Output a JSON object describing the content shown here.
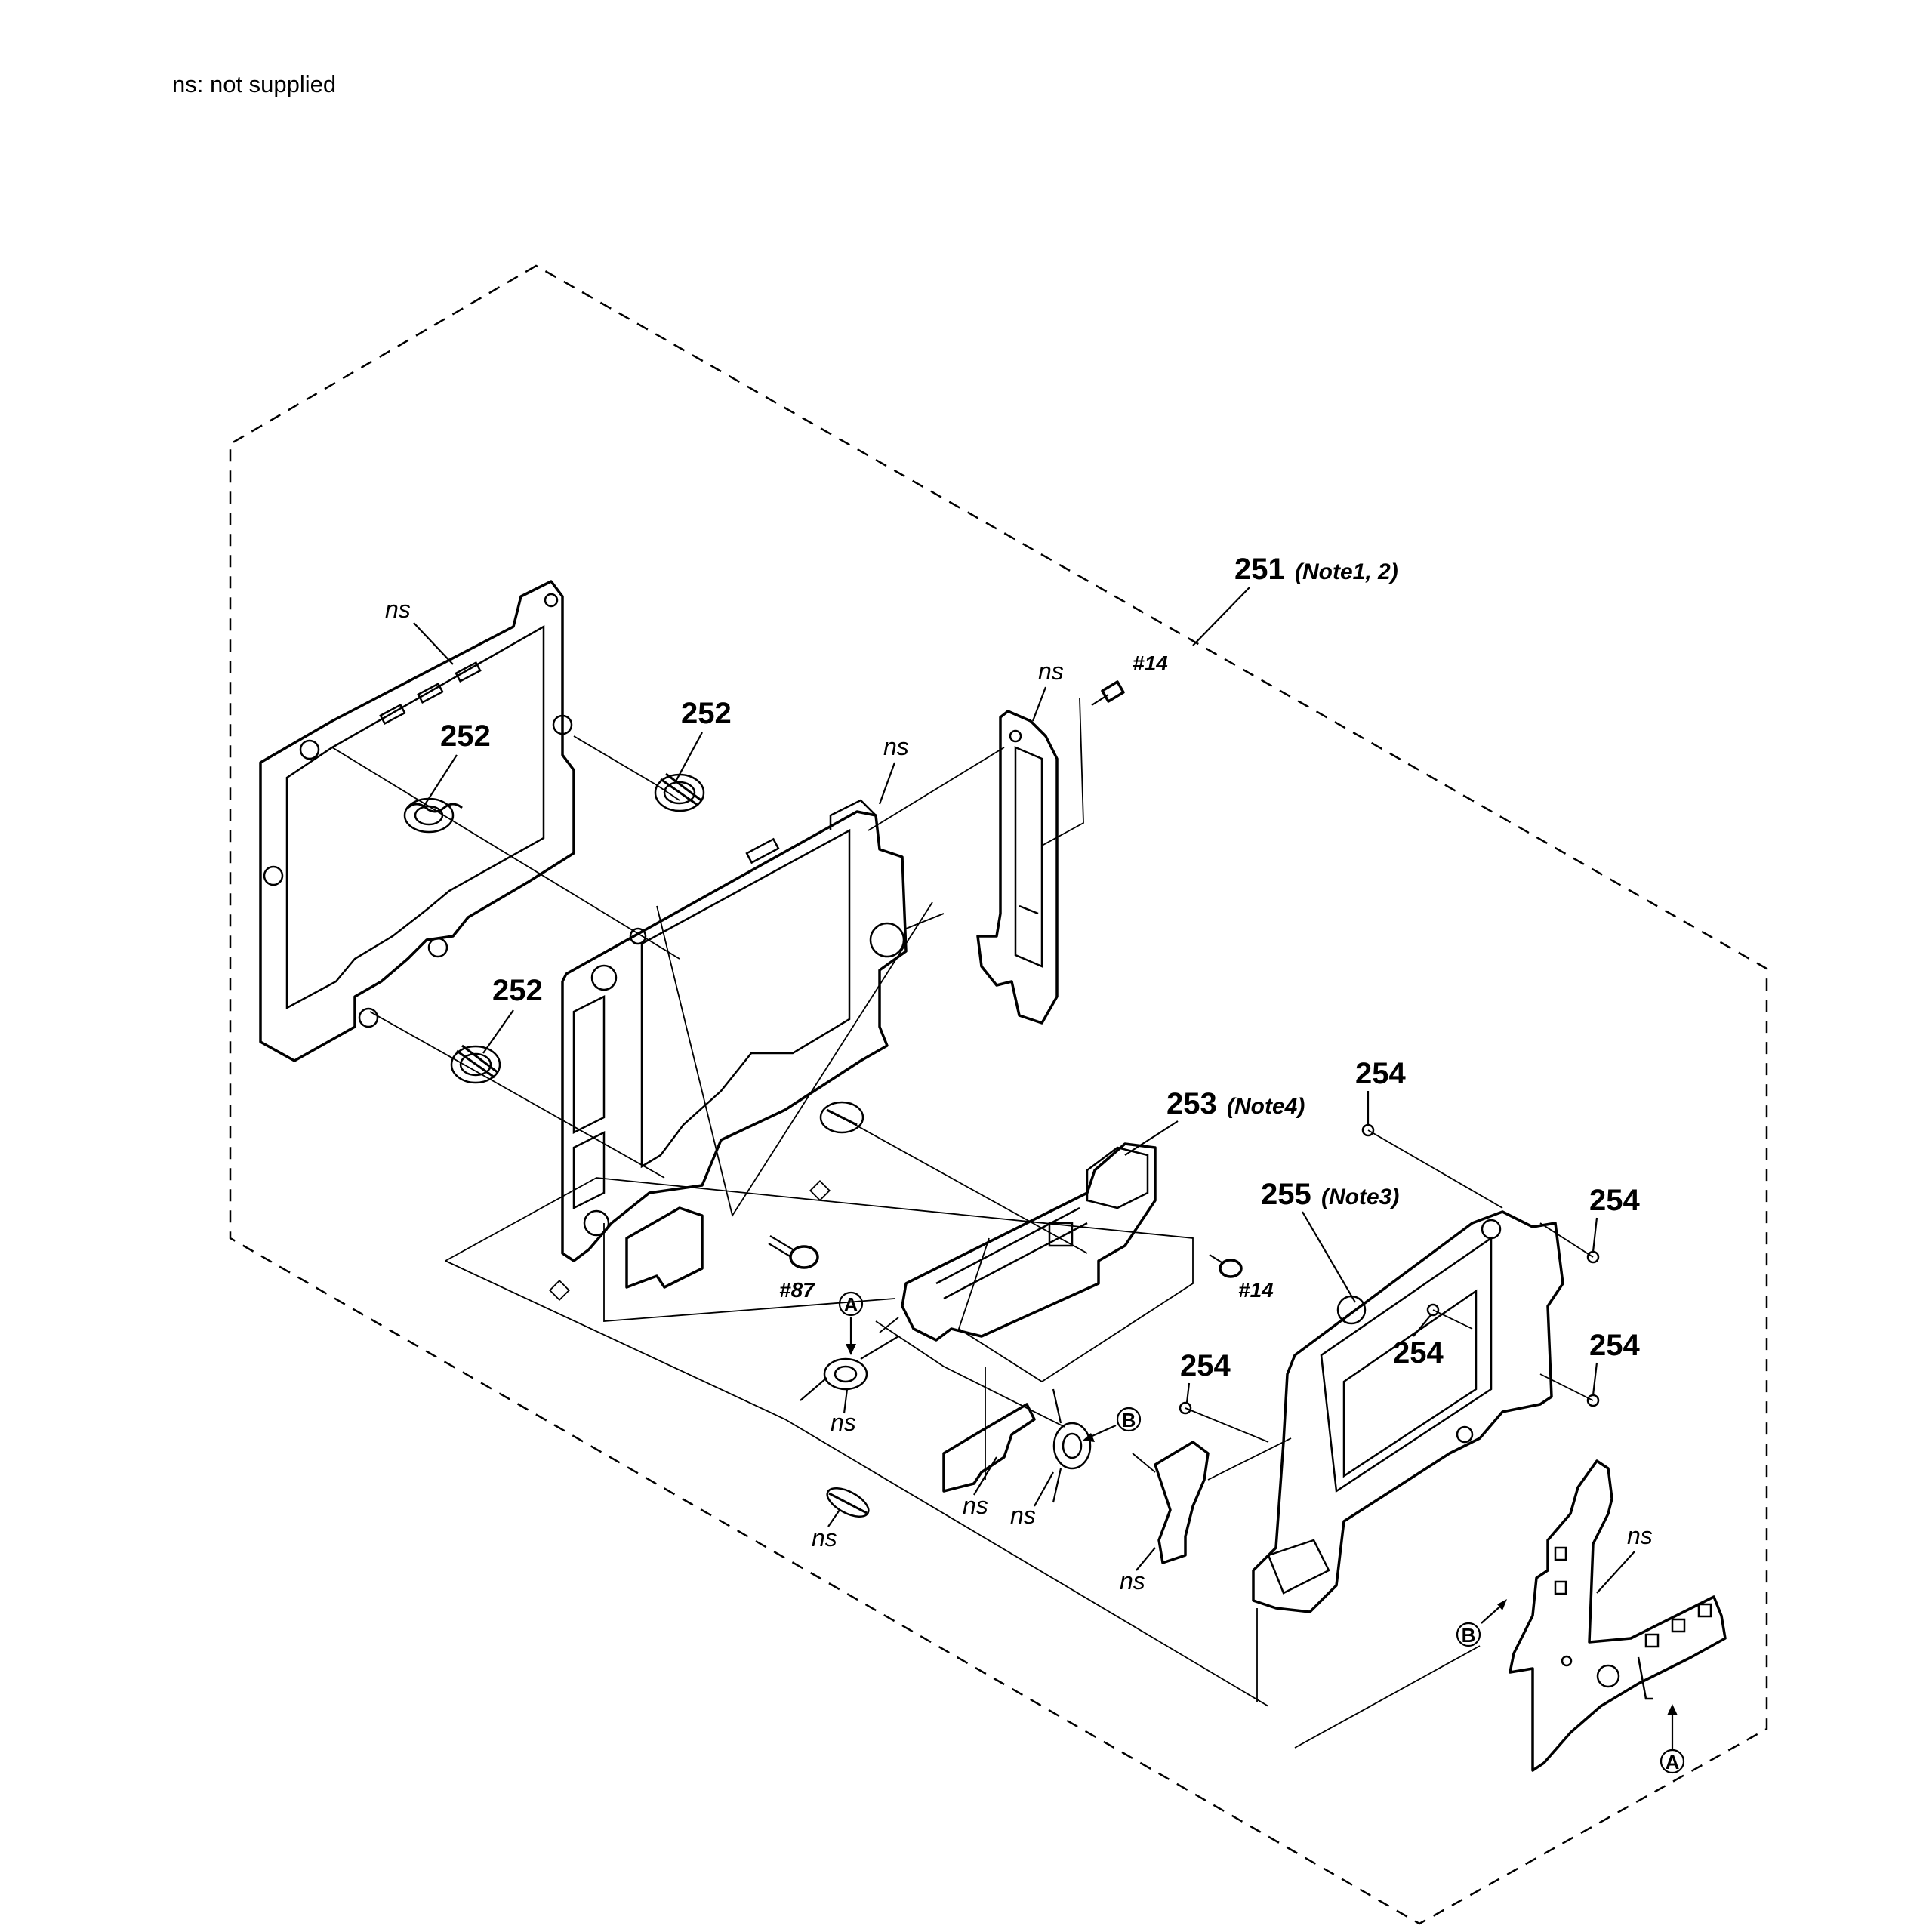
{
  "legend": "ns: not supplied",
  "labels": {
    "assembly": "251",
    "assembly_note": "(Note1, 2)",
    "spring": "252",
    "actuator": "253",
    "actuator_note": "(Note4)",
    "washer": "254",
    "stage": "255",
    "stage_note": "(Note3)",
    "ns": "ns",
    "screw_a": "#14",
    "screw_b": "#87",
    "ref_a": "A",
    "ref_b": "B"
  }
}
